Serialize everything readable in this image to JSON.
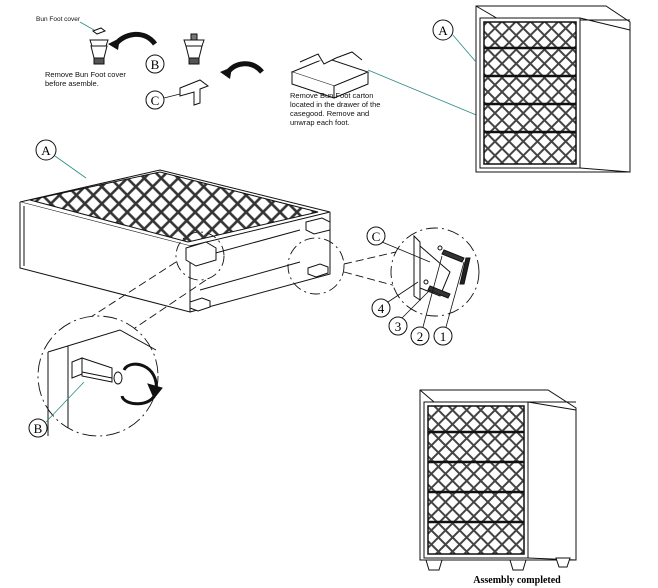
{
  "labels": {
    "bun_foot_cover": "Bun Foot cover",
    "remove_cover_1": "Remove Bun Foot cover",
    "remove_cover_2": "before asemble.",
    "carton_1": "Remove Bun Foot carton",
    "carton_2": "located in the drawer of the",
    "carton_3": "casegood. Remove and",
    "carton_4": "unwrap each foot.",
    "assembly_completed": "Assembly completed"
  },
  "callouts": {
    "a_top": "A",
    "a_left": "A",
    "b_top": "B",
    "b_detail": "B",
    "c_top": "C",
    "c_detail": "C",
    "n1": "1",
    "n2": "2",
    "n3": "3",
    "n4": "4"
  },
  "colors": {
    "leader": "#2a8a84",
    "line": "#111111"
  }
}
